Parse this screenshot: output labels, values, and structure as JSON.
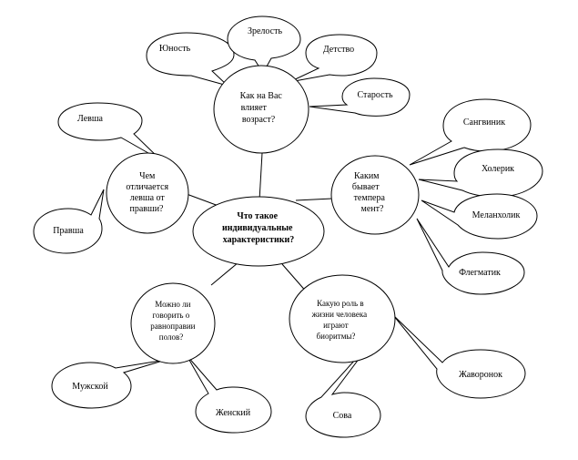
{
  "center": {
    "lines": [
      "Что такое",
      "индивидуальные",
      "характеристики?"
    ]
  },
  "topics": {
    "age": {
      "lines": [
        "Как на Вас",
        "влияет",
        "возраст?"
      ]
    },
    "hand": {
      "lines": [
        "Чем",
        "отличается",
        "левша от",
        "правши?"
      ]
    },
    "temperament": {
      "lines": [
        "Каким",
        "бывает",
        "темпера",
        "мент?"
      ]
    },
    "gender": {
      "lines": [
        "Можно ли",
        "говорить о",
        "равноправии",
        "полов?"
      ]
    },
    "biorhythm": {
      "lines": [
        "Какую роль в",
        "жизни человека",
        "играют",
        "биоритмы?"
      ]
    }
  },
  "leaves": {
    "youth": "Юность",
    "maturity": "Зрелость",
    "childhood": "Детство",
    "old_age": "Старость",
    "lefty": "Левша",
    "righty": "Правша",
    "sanguine": "Сангвиник",
    "choleric": "Холерик",
    "melancholic": "Меланхолик",
    "phlegmatic": "Флегматик",
    "male": "Мужской",
    "female": "Женский",
    "owl": "Сова",
    "lark": "Жаворонок"
  }
}
